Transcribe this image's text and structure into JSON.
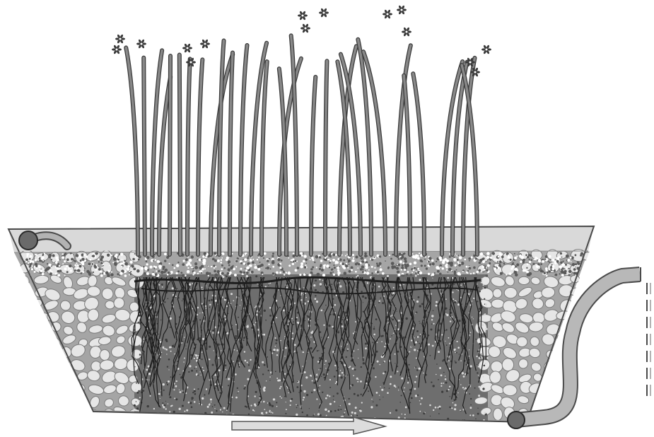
{
  "diagram": {
    "kind": "constructed-wetland-cross-section",
    "palette": {
      "background": "#ffffff",
      "outline": "#4a4a4a",
      "water": "#d9d9d9",
      "gravel_fill": "#9a9a9a",
      "stone_fill": "#e6e6e6",
      "stone_stroke": "#7a7a7a",
      "root_zone": "#6e6e6e",
      "roots": "#1e1e1e",
      "reed_stem": "#888888",
      "reed_edge": "#3a3a3a",
      "pipe_fill": "#b3b3b3",
      "arrow_fill": "#dcdcdc"
    },
    "components": [
      {
        "id": "inlet",
        "icon": "inlet-pipe-icon"
      },
      {
        "id": "outlet",
        "icon": "outlet-pipe-icon"
      },
      {
        "id": "flow",
        "icon": "flow-arrow-icon",
        "direction": "left-to-right"
      },
      {
        "id": "plants",
        "icon": "reed-icon",
        "count": 28
      },
      {
        "id": "flowers",
        "icon": "flower-cluster-icon",
        "count": 7
      }
    ]
  }
}
